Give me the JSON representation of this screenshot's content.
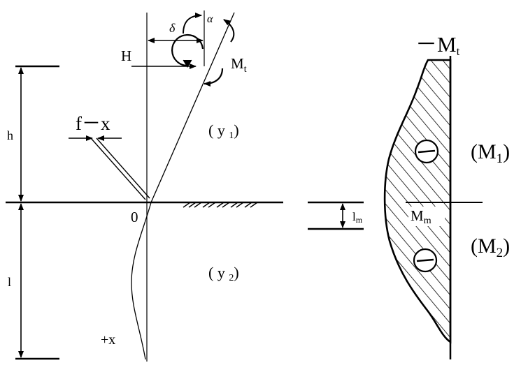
{
  "colors": {
    "ink": "#000000",
    "background": "#ffffff"
  },
  "left_diagram": {
    "delta": "δ",
    "alpha": "α",
    "H": "H",
    "Mt": {
      "main": "M",
      "sub": "t"
    },
    "f_x": "f－x",
    "h": "h",
    "l": "l",
    "origin": "0",
    "plus_x": "+x",
    "y1": {
      "open": "( y ",
      "sub": "1",
      "close": ")"
    },
    "y2": {
      "open": "( y ",
      "sub": "2",
      "close": ")"
    }
  },
  "right_diagram": {
    "Mt_top": {
      "main": "－M",
      "sub": "t"
    },
    "M1": {
      "open": "(M",
      "sub": "1",
      "close": ")"
    },
    "M2": {
      "open": "(M",
      "sub": "2",
      "close": ")"
    },
    "Mm": {
      "main": "M",
      "sub": "m"
    },
    "lm": {
      "main": "l",
      "sub": "m"
    },
    "sign_upper": "minus",
    "sign_lower": "minus"
  }
}
